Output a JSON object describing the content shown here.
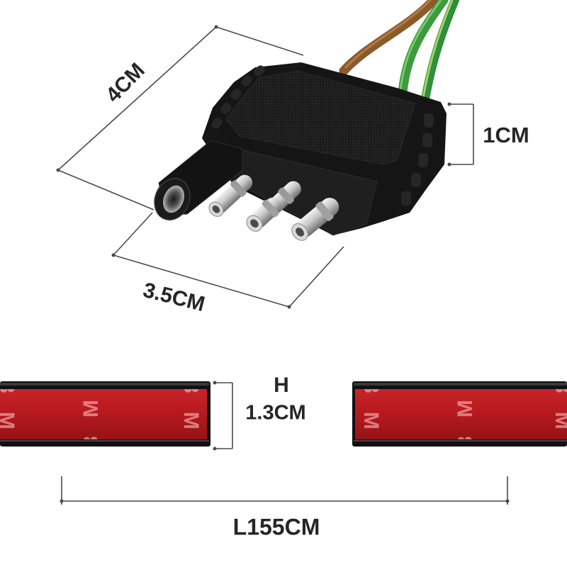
{
  "dimensions": {
    "length_label": "4CM",
    "height_label": "1CM",
    "width_label": "3.5CM",
    "strip_height_symbol": "H",
    "strip_height_label": "1.3CM",
    "strip_length_label": "L155CM"
  },
  "tape": {
    "liner_print": "3M"
  },
  "colors": {
    "connector_body": "#151515",
    "liner_red": "#b5191e",
    "wire_brown": "#8b5a2b",
    "wire_green": "#3c9a3f",
    "pin_silver": "#c8c8c8",
    "dimension_line": "#4a4a4a",
    "label_text": "#262626"
  }
}
